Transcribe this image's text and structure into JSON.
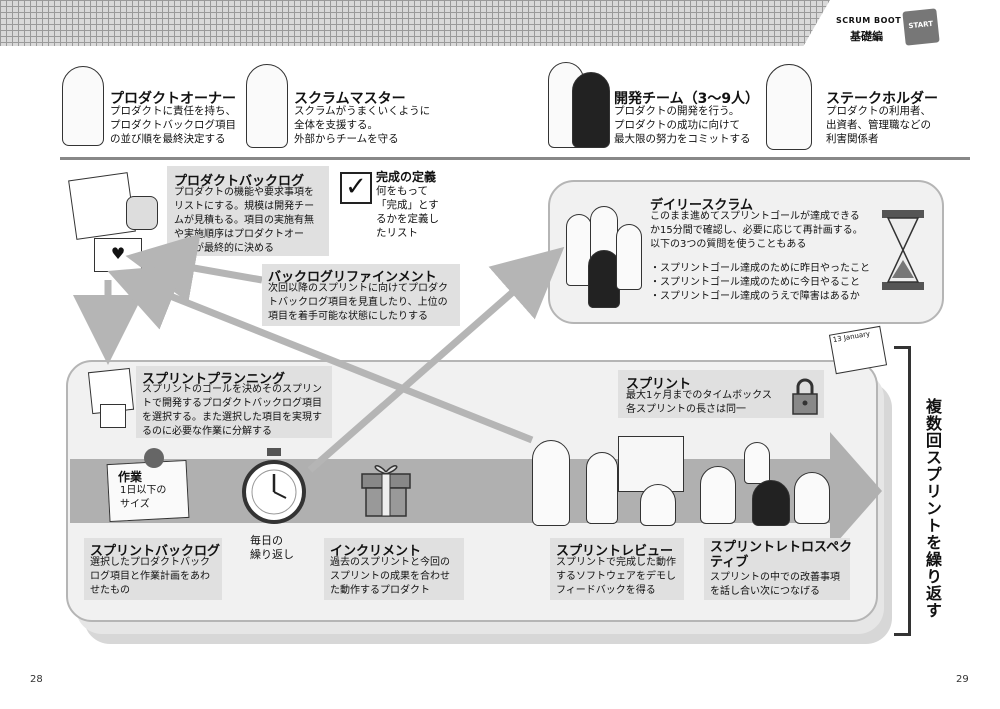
{
  "header": {
    "series": "SCRUM BOOT CAMP",
    "section": "基礎編",
    "badge": "START"
  },
  "roles": [
    {
      "title": "プロダクトオーナー",
      "desc": [
        "プロダクトに責任を持ち、",
        "プロダクトバックログ項目",
        "の並び順を最終決定する"
      ]
    },
    {
      "title": "スクラムマスター",
      "desc": [
        "スクラムがうまくいくように",
        "全体を支援する。",
        "外部からチームを守る"
      ]
    },
    {
      "title": "開発チーム（3～9人）",
      "desc": [
        "プロダクトの開発を行う。",
        "プロダクトの成功に向けて",
        "最大限の努力をコミットする"
      ]
    },
    {
      "title": "ステークホルダー",
      "desc": [
        "プロダクトの利用者、",
        "出資者、管理職などの",
        "利害関係者"
      ]
    }
  ],
  "product_backlog": {
    "title": "プロダクトバックログ",
    "desc": [
      "プロダクトの機能や要求事項を",
      "リストにする。規模は開発チー",
      "ムが見積もる。項目の実施有無",
      "や実施順序はプロダクトオー",
      "ナーが最終的に決める"
    ]
  },
  "definition_of_done": {
    "title": "完成の定義",
    "desc": [
      "何をもって",
      "「完成」とす",
      "るかを定義し",
      "たリスト"
    ]
  },
  "refinement": {
    "title": "バックログリファインメント",
    "desc": [
      "次回以降のスプリントに向けてプロダク",
      "トバックログ項目を見直したり、上位の",
      "項目を着手可能な状態にしたりする"
    ]
  },
  "daily_scrum": {
    "title": "デイリースクラム",
    "desc": [
      "このまま進めてスプリントゴールが達成できる",
      "か15分間で確認し、必要に応じて再計画する。",
      "以下の3つの質問を使うこともある"
    ],
    "questions": [
      "・スプリントゴール達成のために昨日やったこと",
      "・スプリントゴール達成のために今日やること",
      "・スプリントゴール達成のうえで障害はあるか"
    ]
  },
  "sprint_planning": {
    "title": "スプリントプランニング",
    "desc": [
      "スプリントのゴールを決めそのスプリン",
      "トで開発するプロダクトバックログ項目",
      "を選択する。また選択した項目を実現す",
      "るのに必要な作業に分解する"
    ]
  },
  "sprint": {
    "title": "スプリント",
    "desc": [
      "最大1ヶ月までのタイムボックス",
      "各スプリントの長さは同一"
    ]
  },
  "task_note": {
    "title": "作業",
    "desc": [
      "1日以下の",
      "サイズ"
    ]
  },
  "daily_repeat": [
    "毎日の",
    "繰り返し"
  ],
  "sprint_backlog": {
    "title": "スプリントバックログ",
    "desc": [
      "選択したプロダクトバック",
      "ログ項目と作業計画をあわ",
      "せたもの"
    ]
  },
  "increment": {
    "title": "インクリメント",
    "desc": [
      "過去のスプリントと今回の",
      "スプリントの成果を合わせ",
      "た動作するプロダクト"
    ]
  },
  "sprint_review": {
    "title": "スプリントレビュー",
    "desc": [
      "スプリントで完成した動作",
      "するソフトウェアをデモし",
      "フィードバックを得る"
    ]
  },
  "retrospective": {
    "title": [
      "スプリントレトロスペク",
      "ティブ"
    ],
    "desc": [
      "スプリントの中での改善事項",
      "を話し合い次につなげる"
    ]
  },
  "repeat_label": "複数回スプリントを繰り返す",
  "calendar_label": "13 January",
  "pages": {
    "left": "28",
    "right": "29"
  }
}
